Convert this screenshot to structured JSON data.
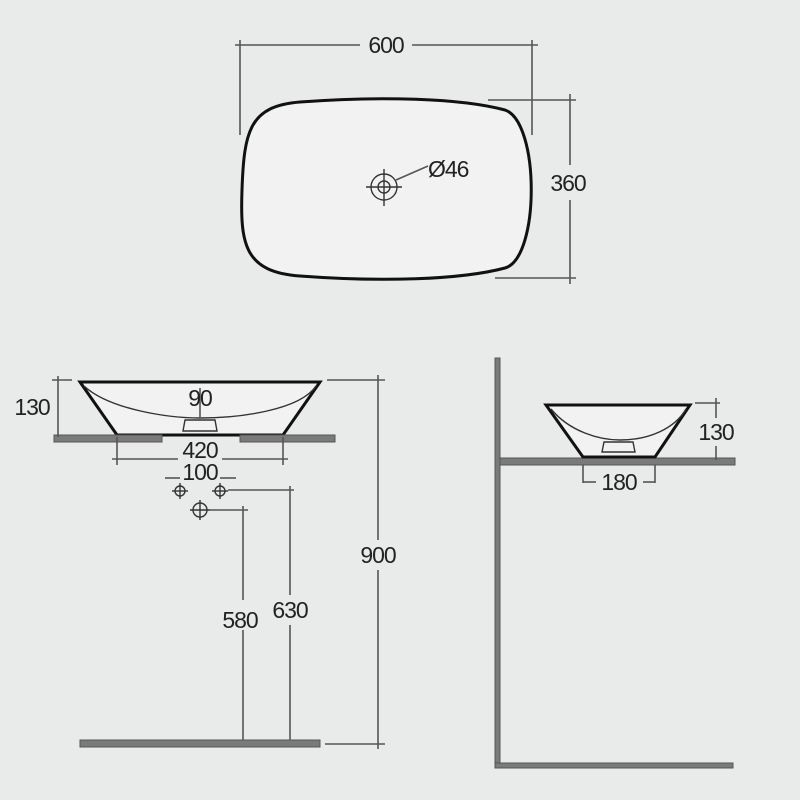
{
  "title": "Oval countertop basin dimension drawing",
  "top_view": {
    "width": "600",
    "depth": "360",
    "waste_diameter": "Ø46"
  },
  "front_view": {
    "basin_height": "130",
    "waste_offset": "90",
    "base_width": "420",
    "tap_spacing": "100",
    "waste_height": "580",
    "supply_height": "630",
    "counter_height": "900"
  },
  "side_view": {
    "basin_height": "130",
    "base_depth": "180"
  }
}
